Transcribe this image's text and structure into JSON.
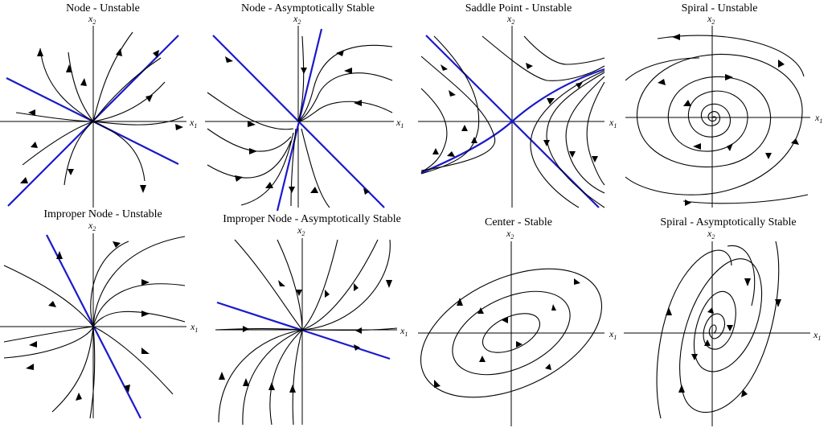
{
  "panels": [
    {
      "title": "Node - Unstable",
      "x_label": "x",
      "x_sub": "1",
      "y_label": "x",
      "y_sub": "2"
    },
    {
      "title": "Node - Asymptotically Stable",
      "x_label": "x",
      "x_sub": "1",
      "y_label": "x",
      "y_sub": "2"
    },
    {
      "title": "Saddle Point - Unstable",
      "x_label": "x",
      "x_sub": "1",
      "y_label": "x",
      "y_sub": "2"
    },
    {
      "title": "Spiral - Unstable",
      "x_label": "x",
      "x_sub": "1",
      "y_label": "x",
      "y_sub": "2"
    },
    {
      "title": "Improper Node - Unstable",
      "x_label": "x",
      "x_sub": "1",
      "y_label": "x",
      "y_sub": "2"
    },
    {
      "title": "Improper Node - Asymptotically Stable",
      "x_label": "x",
      "x_sub": "1",
      "y_label": "x",
      "y_sub": "2"
    },
    {
      "title": "Center - Stable",
      "x_label": "x",
      "x_sub": "1",
      "y_label": "x",
      "y_sub": "2"
    },
    {
      "title": "Spiral - Asymptotically Stable",
      "x_label": "x",
      "x_sub": "1",
      "y_label": "x",
      "y_sub": "2"
    }
  ],
  "colors": {
    "eigenvector_line": "#1a1acc",
    "trajectory": "#000000",
    "axis": "#000000",
    "background": "#ffffff"
  }
}
